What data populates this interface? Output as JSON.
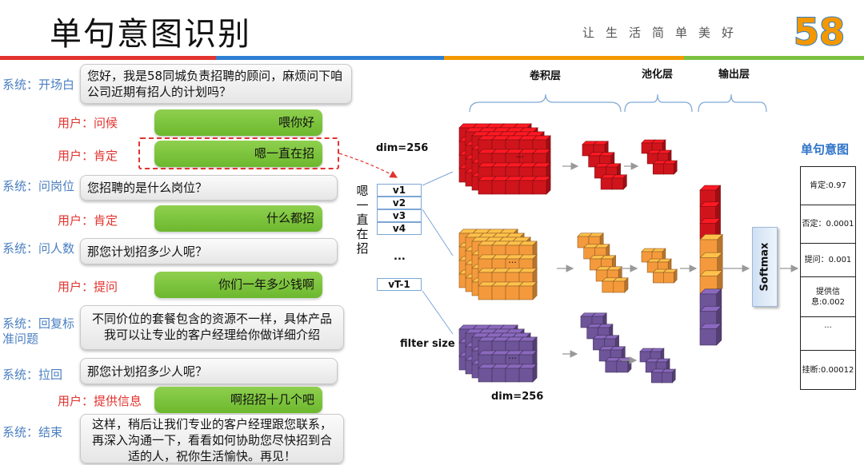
{
  "header": {
    "title": "单句意图识别",
    "slogan": "让生活简单美好",
    "logo_text": "58",
    "stripe_colors": [
      "#e2332e",
      "#2e7fd3",
      "#f39800",
      "#7cc242"
    ]
  },
  "conversation": [
    {
      "role": "系统：开场白",
      "speaker": "system",
      "text": "您好，我是58同城负责招聘的顾问，麻烦问下咱公司近期有招人的计划吗？"
    },
    {
      "role": "用户：问候",
      "speaker": "user",
      "text": "喂你好"
    },
    {
      "role": "用户：肯定",
      "speaker": "user",
      "text": "嗯一直在招",
      "highlighted": true
    },
    {
      "role": "系统：问岗位",
      "speaker": "system",
      "text": "您招聘的是什么岗位？"
    },
    {
      "role": "用户：肯定",
      "speaker": "user",
      "text": "什么都招"
    },
    {
      "role": "系统：问人数",
      "speaker": "system",
      "text": "那您计划招多少人呢？"
    },
    {
      "role": "用户：提问",
      "speaker": "user",
      "text": "你们一年多少钱啊"
    },
    {
      "role": "系统：回复标准问题",
      "speaker": "system",
      "text": "不同价位的套餐包含的资源不一样，具体产品我可以让专业的客户经理给你做详细介绍"
    },
    {
      "role": "系统：拉回",
      "speaker": "system",
      "text": "那您计划招多少人呢？"
    },
    {
      "role": "用户：提供信息",
      "speaker": "user",
      "text": "啊招招十几个吧"
    },
    {
      "role": "系统：结束",
      "speaker": "system",
      "text": "这样，稍后让我们专业的客户经理跟您联系，再深入沟通一下，看看如何协助您尽快招到合适的人，祝你生活愉快。再见！"
    }
  ],
  "diagram": {
    "layer_labels": [
      "卷积层",
      "池化层",
      "输出层"
    ],
    "dim_top": "dim=256",
    "dim_bottom": "dim=256",
    "filter_size": "filter size",
    "input_word": "嗯一直在招",
    "vectors": [
      "v1",
      "v2",
      "v3",
      "v4"
    ],
    "ellipsis": "...",
    "last_vector": "vT-1",
    "softmax": "Softmax",
    "output_title": "单句意图",
    "outputs": [
      "肯定:0.97",
      "否定：0.0001",
      "提问：0.001",
      "提供信息:0.002",
      "...",
      "挂断:0.00012"
    ],
    "colors": {
      "red": "#d0141c",
      "orange": "#f49a3c",
      "purple": "#6e5498"
    }
  }
}
